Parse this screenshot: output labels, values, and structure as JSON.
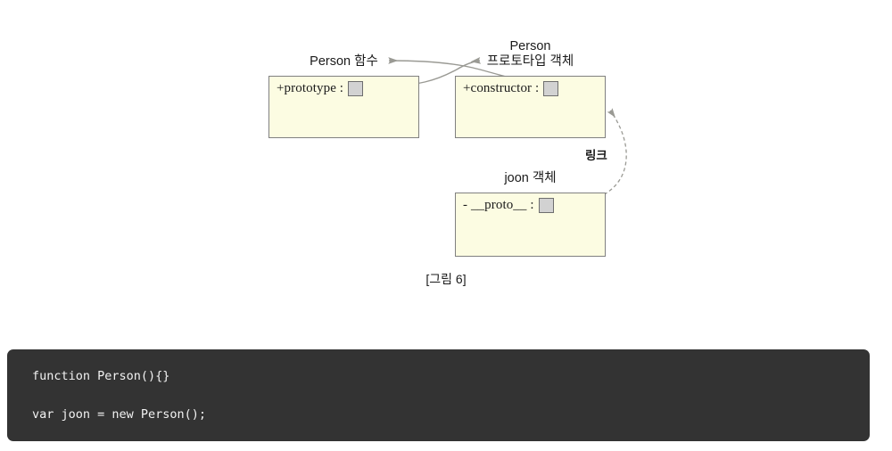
{
  "diagram": {
    "caption": "[그림 6]",
    "boxes": [
      {
        "id": "person-function",
        "label": "Person 함수",
        "attribute": "+prototype :",
        "has_slot": true
      },
      {
        "id": "person-prototype-object",
        "label_line1": "Person",
        "label_line2": "프로토타입 객체",
        "attribute": "+constructor :",
        "has_slot": true
      },
      {
        "id": "joon-object",
        "label": "joon 객체",
        "attribute": "-  __proto__  :",
        "has_slot": true
      }
    ],
    "edges": [
      {
        "id": "proto-link",
        "label": "링크"
      }
    ]
  },
  "code": {
    "lines": [
      "function Person(){}",
      "",
      "var joon = new Person();"
    ],
    "line1": "function Person(){}",
    "line2": "var joon = new Person();"
  },
  "colors": {
    "box_fill": "#fcfce2",
    "box_border": "#808080",
    "slot_fill": "#d2d2d2",
    "slot_border": "#6e6e6e",
    "connector": "#9a9a94",
    "code_bg": "#333333",
    "code_fg": "#f2f2f2",
    "page_bg": "#ffffff"
  }
}
